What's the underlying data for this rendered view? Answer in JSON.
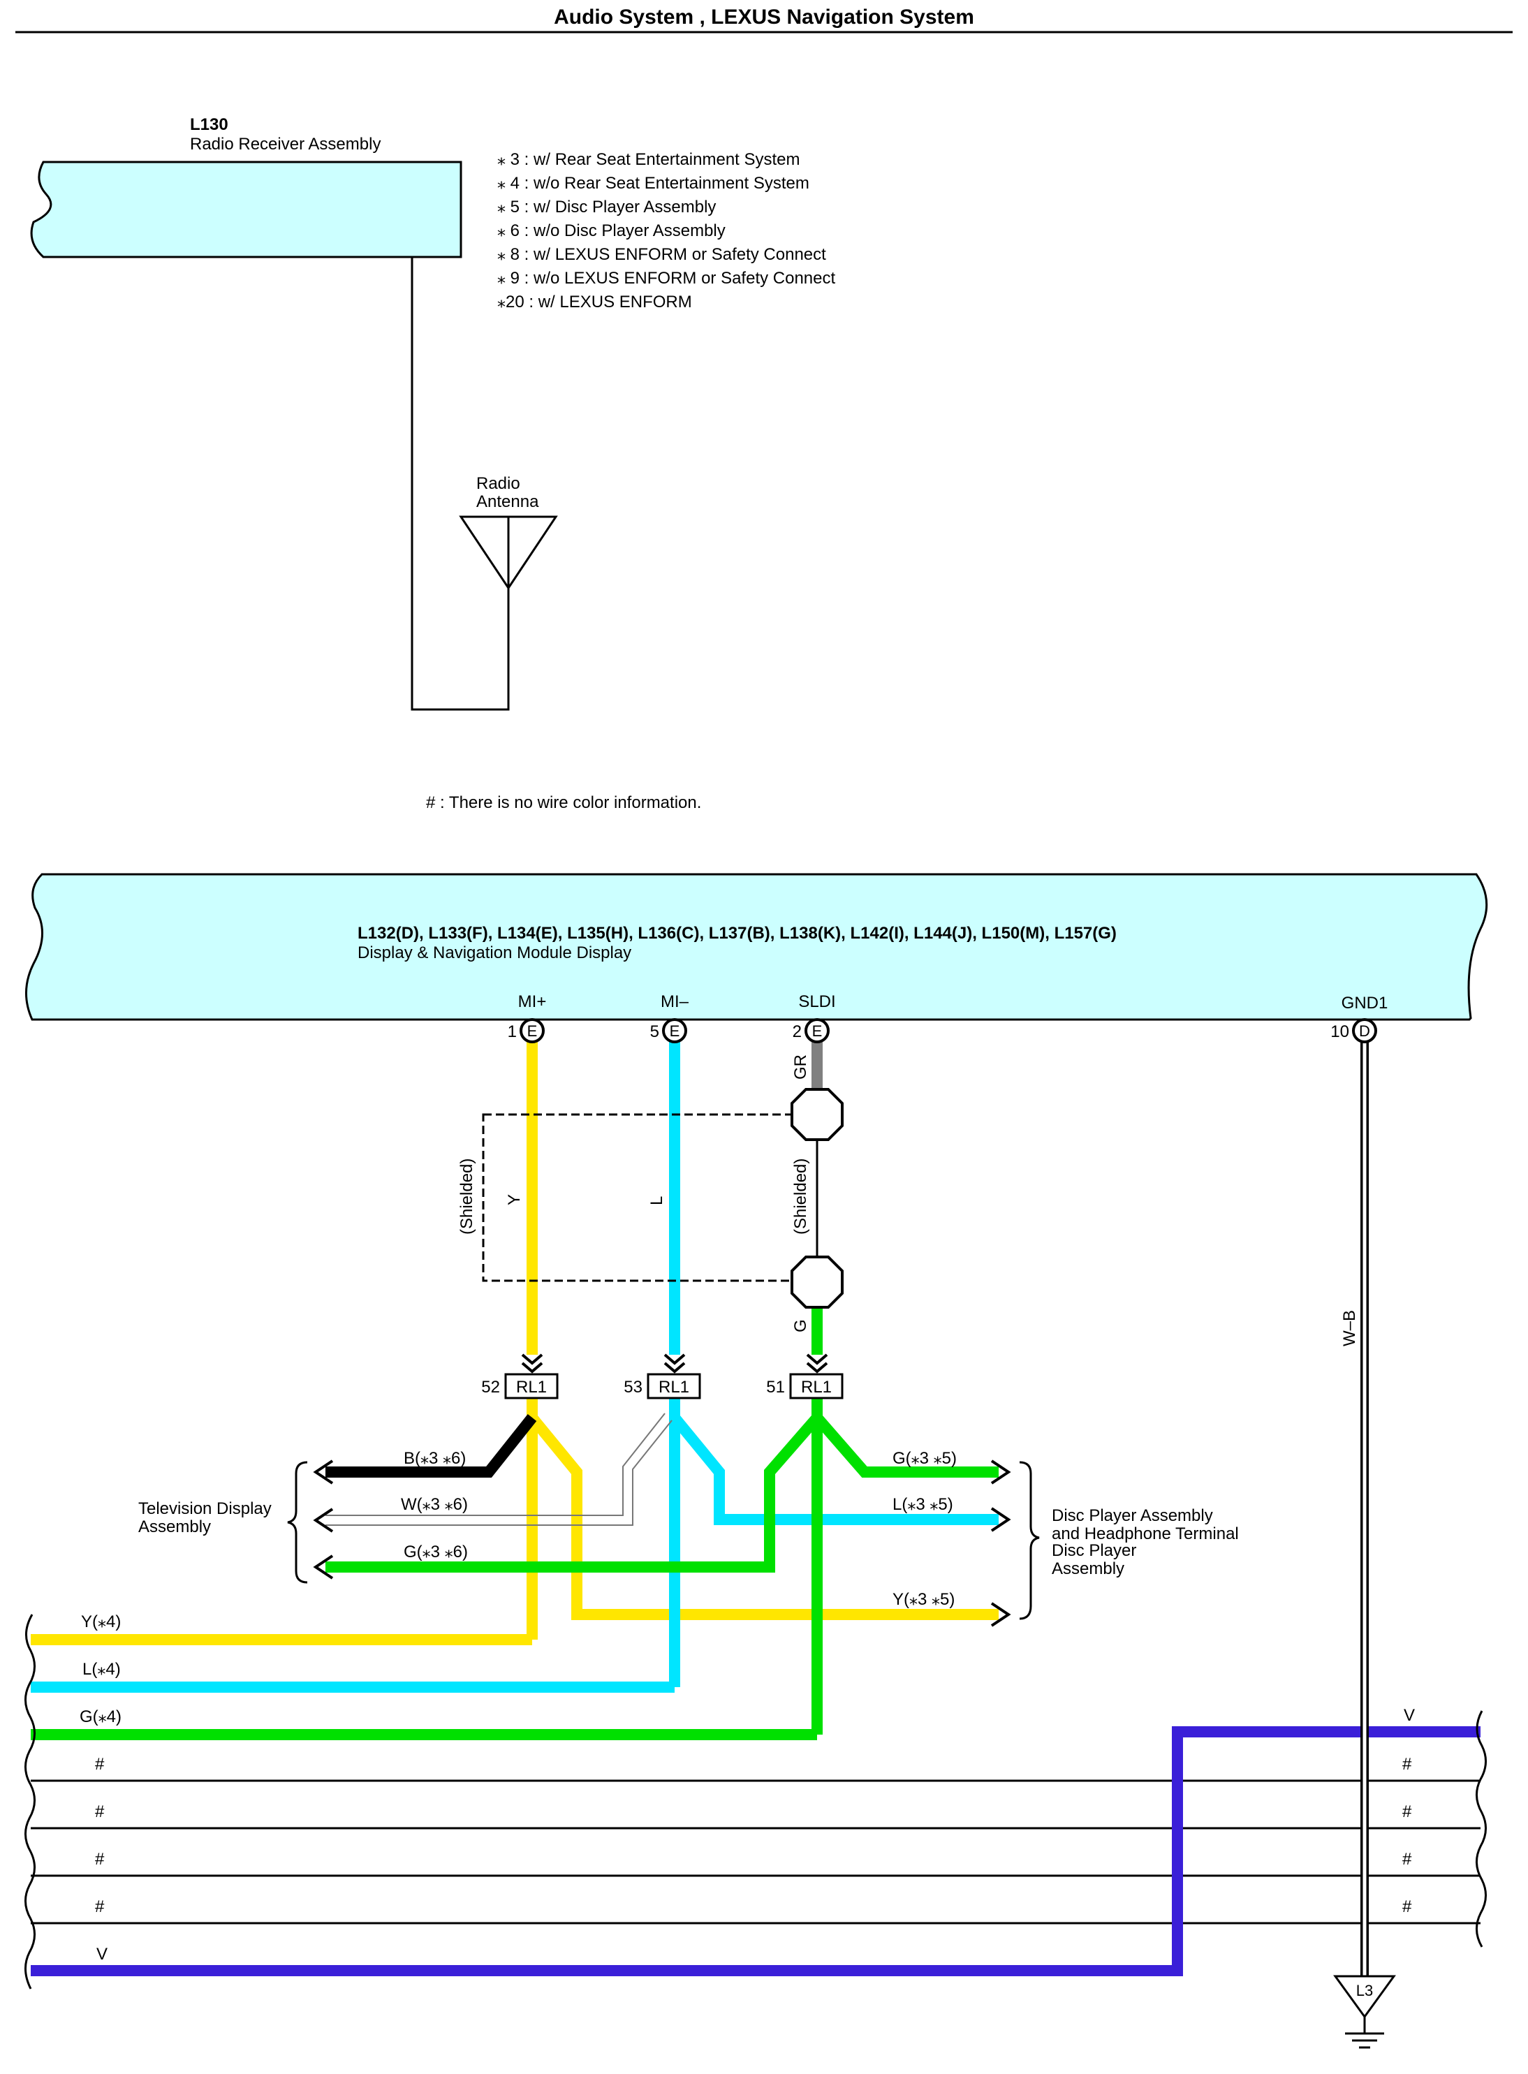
{
  "page_title": "Audio System , LEXUS Navigation System",
  "radio_receiver": {
    "code": "L130",
    "name": "Radio Receiver Assembly"
  },
  "antenna": {
    "label_line1": "Radio",
    "label_line2": "Antenna"
  },
  "notes": [
    "⁎ 3 : w/ Rear Seat Entertainment System",
    "⁎ 4 : w/o Rear Seat Entertainment System",
    "⁎ 5 : w/ Disc Player Assembly",
    "⁎ 6 : w/o Disc Player Assembly",
    "⁎ 8 : w/ LEXUS ENFORM or Safety Connect",
    "⁎ 9 : w/o LEXUS ENFORM or Safety Connect",
    "⁎20 : w/ LEXUS ENFORM"
  ],
  "no_color_note": "# : There is no wire color information.",
  "display_module": {
    "codes": "L132(D), L133(F), L134(E), L135(H), L136(C), L137(B), L138(K), L142(I), L144(J), L150(M), L157(G)",
    "name": "Display & Navigation Module Display"
  },
  "terminals": [
    {
      "name": "MI+",
      "pin": "1",
      "connector": "E"
    },
    {
      "name": "MI–",
      "pin": "5",
      "connector": "E"
    },
    {
      "name": "SLDI",
      "pin": "2",
      "connector": "E"
    },
    {
      "name": "GND1",
      "pin": "10",
      "connector": "D"
    }
  ],
  "wires": {
    "mi_plus": "Y",
    "mi_minus": "L",
    "sldi_top": "GR",
    "sldi_bottom": "G",
    "ground": "W–B",
    "shielded_left": "(Shielded)",
    "shielded_right": "(Shielded)"
  },
  "junctions": [
    {
      "pin": "52",
      "label": "RL1"
    },
    {
      "pin": "53",
      "label": "RL1"
    },
    {
      "pin": "51",
      "label": "RL1"
    }
  ],
  "tv_display": {
    "name_line1": "Television Display",
    "name_line2": "Assembly",
    "wires": [
      "B(⁎3 ⁎6)",
      "W(⁎3 ⁎6)",
      "G(⁎3 ⁎6)"
    ]
  },
  "disc_player": {
    "name_lines": [
      "Disc Player Assembly",
      "and Headphone Terminal",
      "Disc Player",
      "Assembly"
    ],
    "wires": [
      "G(⁎3 ⁎5)",
      "L(⁎3 ⁎5)",
      "Y(⁎3 ⁎5)"
    ]
  },
  "bus_left_labels": [
    "Y(⁎4)",
    "L(⁎4)",
    "G(⁎4)",
    "#",
    "#",
    "#",
    "#",
    "V"
  ],
  "bus_right_labels": [
    "V",
    "#",
    "#",
    "#",
    "#"
  ],
  "ground_point": "L3",
  "colors": {
    "yellow": "#ffe600",
    "cyan": "#00e5ff",
    "green": "#00e000",
    "violet": "#3a1fd8",
    "gray": "#808080",
    "black": "#000000",
    "panel": "#ccffff"
  }
}
